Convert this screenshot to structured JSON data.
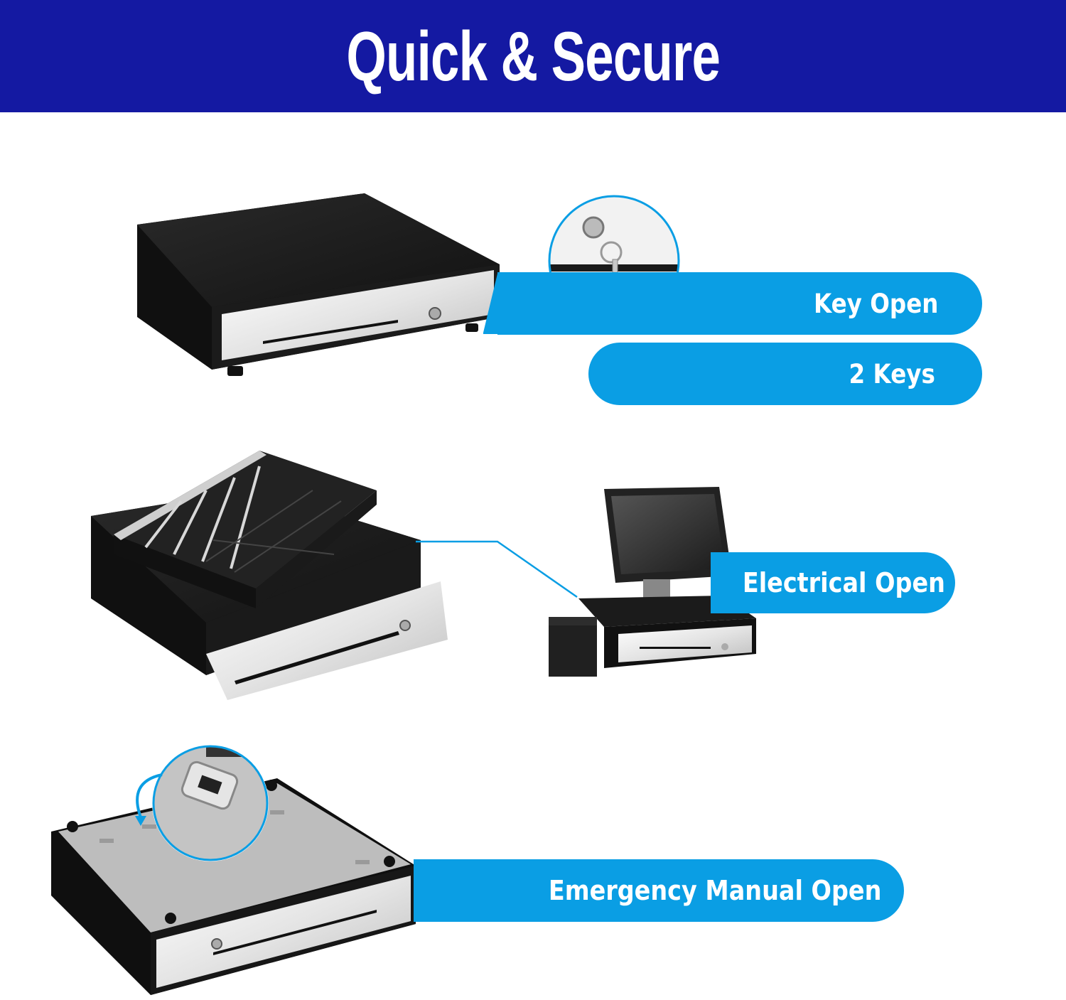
{
  "header": {
    "title": "Quick & Secure"
  },
  "features": {
    "key_open": "Key Open",
    "two_keys": "2 Keys",
    "electrical_open": "Electrical Open",
    "emergency_open": "Emergency Manual Open"
  },
  "colors": {
    "banner": "#1419a2",
    "pill": "#0a9ee4",
    "drawer": "#1a1a1a",
    "steel": "#e8e8e8"
  }
}
